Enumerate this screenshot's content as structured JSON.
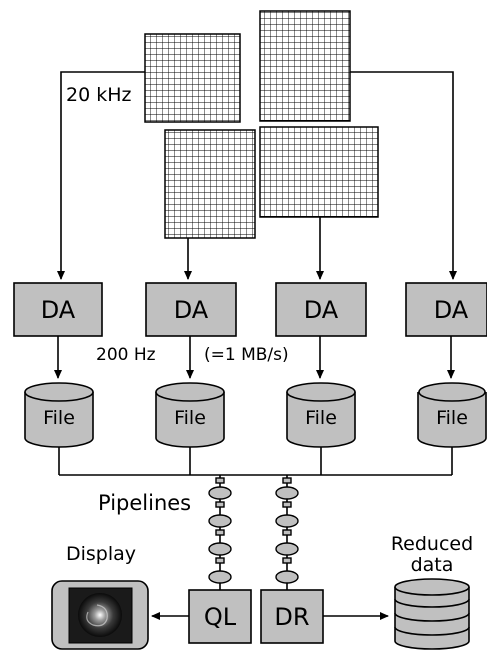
{
  "labels": {
    "rate_20khz": "20 kHz",
    "rate_200hz": "200 Hz",
    "rate_mbs": "(=1 MB/s)",
    "pipelines": "Pipelines",
    "display": "Display",
    "reduced_line1": "Reduced",
    "reduced_line2": "data"
  },
  "da_boxes": [
    "DA",
    "DA",
    "DA",
    "DA"
  ],
  "files": [
    "File",
    "File",
    "File",
    "File"
  ],
  "ql_label": "QL",
  "dr_label": "DR",
  "colors": {
    "box_fill": "#c0c0c0",
    "stroke": "#000000",
    "grid": "#000000",
    "display_bg": "#1a1a1a"
  }
}
